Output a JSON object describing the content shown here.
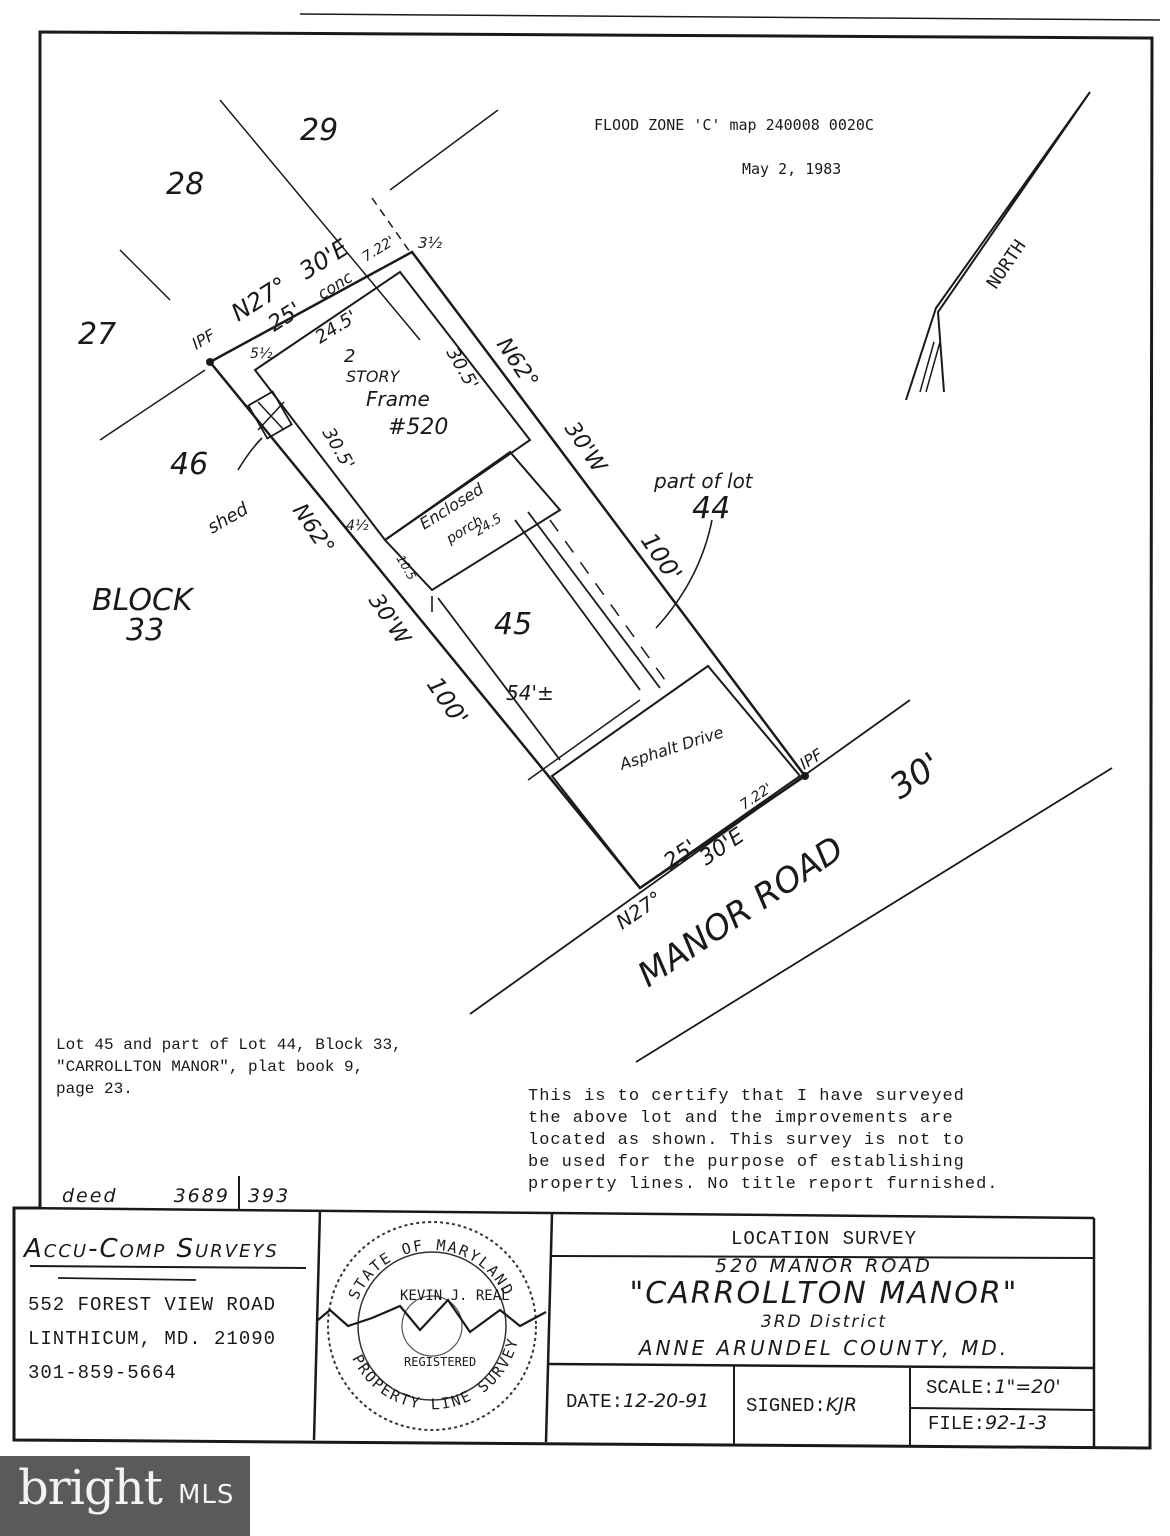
{
  "header": {
    "flood_zone": "FLOOD ZONE 'C'  map 240008 0020C",
    "date": "May 2, 1983",
    "north_label": "NORTH"
  },
  "lots": {
    "lot_29": "29",
    "lot_28": "28",
    "lot_27": "27",
    "lot_46": "46",
    "lot_45": "45",
    "lot_44_caption": "part of lot",
    "lot_44": "44",
    "block_label": "BLOCK",
    "block_number": "33"
  },
  "plat_labels": {
    "ipf_top": "IPF",
    "ipf_right": "IPF",
    "bearing_top": "N27°",
    "bearing_top_e": "30'E",
    "bearing_bottom": "N27°",
    "bearing_bottom_e": "30'E",
    "bearing_left_upper": "N62°",
    "bearing_left_lower": "30'W",
    "bearing_right_upper": "N62°",
    "bearing_right_lower": "30'W",
    "dist_left": "100'",
    "dist_right": "100'",
    "front_width": "25'",
    "rear_width": "25'",
    "conc": "conc",
    "dim_722_top": "7.22'",
    "dim_722_bottom": "7.22'",
    "dim_3half": "3½",
    "dim_5half": "5½",
    "dim_4half": "4½",
    "house_width": "24.5'",
    "house_depth_right": "30.5'",
    "house_depth_left": "30.5'",
    "house_story": "2",
    "house_story_word": "STORY",
    "house_type": "Frame",
    "house_number": "#520",
    "porch_line1": "Enclosed",
    "porch_line2": "porch",
    "porch_width": "24.5",
    "porch_depth": "10.5",
    "setback": "54'±",
    "shed": "shed",
    "drive": "Asphalt Drive",
    "road_name": "MANOR  ROAD",
    "road_width": "30'"
  },
  "legal_note": "Lot 45 and part of Lot 44, Block 33,\n\"CARROLLTON MANOR\", plat book 9,\npage 23.",
  "certification": "This is to certify that I have surveyed\nthe above lot and the improvements are\nlocated as shown.  This survey is not to\nbe used for the purpose of establishing\nproperty lines. No title report furnished.",
  "deed": {
    "label": "deed",
    "book": "3689",
    "page": "393"
  },
  "title_block": {
    "firm_name": "Accu-Comp Surveys",
    "firm_addr1": "552 FOREST VIEW ROAD",
    "firm_addr2": "LINTHICUM, MD. 21090",
    "firm_phone": "301-859-5664",
    "seal_line1": "STATE OF MARYLAND",
    "seal_line2": "KEVIN J. REAL",
    "seal_line3": "PROPERTY LINE SURVEYOR",
    "seal_reg": "REGISTERED",
    "survey_type": "LOCATION SURVEY",
    "survey_address": "520 MANOR ROAD",
    "subdivision": "\"CARROLLTON MANOR\"",
    "district": "3RD District",
    "county": "ANNE ARUNDEL COUNTY, MD.",
    "date_label": "DATE:",
    "date_value": "12-20-91",
    "signed_label": "SIGNED:",
    "signed_value": "KJR",
    "scale_label": "SCALE:",
    "scale_value": "1\"=20'",
    "file_label": "FILE:",
    "file_value": "92-1-3"
  },
  "watermark": {
    "brand": "bright",
    "suffix": "MLS"
  }
}
